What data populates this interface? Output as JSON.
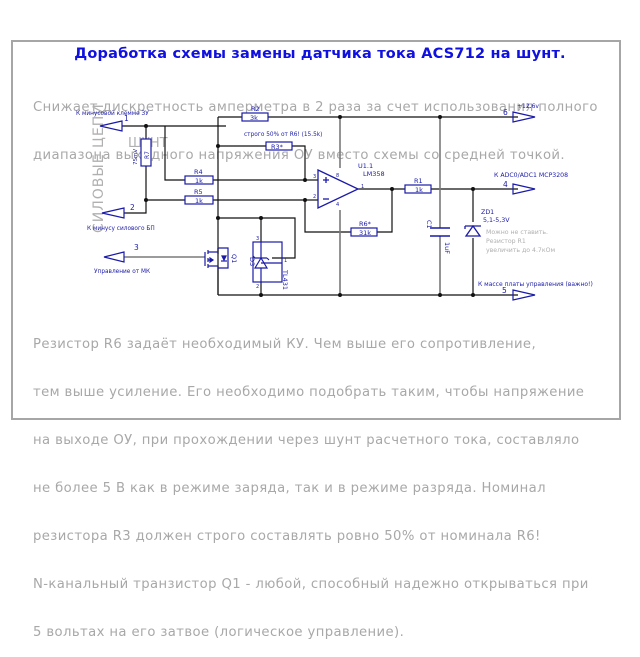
{
  "title": "Доработка схемы замены датчика тока ACS712 на шунт.",
  "description_top": [
    "Снижает дискретность амперметра в 2 раза за счет использования полного",
    "диапазона выходного напряжения ОУ вместо схемы со средней точкой."
  ],
  "description_bottom": [
    "Резистор R6 задаёт необходимый КУ. Чем выше его сопротивление,",
    "тем выше усиление. Его необходимо подобрать таким, чтобы напряжение",
    "на выходе ОУ, при прохождении через шунт расчетного тока, составляло",
    "не более 5 В как в режиме заряда, так и в режиме разряда. Номинал",
    "резистора R3 должен строго составлять ровно 50% от номинала R6!",
    "N-канальный транзистор Q1 - любой, способный надежно открываться при",
    "5 вольтах на его затвое (логическое управление)."
  ],
  "schematic": {
    "colors": {
      "wire": "#111111",
      "symbol": "#1a1aa8",
      "note": "#b0b0b0",
      "title": "#1010e0"
    },
    "group_labels": {
      "power_circuits": "СИЛОВЫЕ ЦЕПИ",
      "shunt": "ШУНТ"
    },
    "ports": [
      {
        "num": "1",
        "label": "К минусовой клемме ЗУ"
      },
      {
        "num": "2",
        "label": "К минусу силового БП"
      },
      {
        "num": "3",
        "label": "Управление от МК"
      },
      {
        "num": "6",
        "label": "+12.6v"
      },
      {
        "num": "4",
        "label": "К ADC0/ADC1 MCP3208"
      },
      {
        "num": "5",
        "label": "К массе платы управления (важно!)"
      }
    ],
    "components": {
      "R7": {
        "ref": "R7",
        "value": "75mV"
      },
      "R2": {
        "ref": "R2",
        "value": "3k"
      },
      "R3": {
        "ref": "R3*",
        "note": "строго 50% от R6! (15.5k)"
      },
      "R4": {
        "ref": "R4",
        "value": "1k"
      },
      "R5": {
        "ref": "R5",
        "value": "1k"
      },
      "R6": {
        "ref": "R6*",
        "value": "31k"
      },
      "R1": {
        "ref": "R1",
        "value": "1k"
      },
      "U1": {
        "ref": "U1.1",
        "value": "LM358",
        "pin_plus": "3",
        "pin_minus": "2",
        "pin_out": "1",
        "pin_vcc": "8",
        "pin_gnd": "4"
      },
      "Q1": {
        "ref": "Q1"
      },
      "D3": {
        "ref": "D3",
        "value": "TL431",
        "pin_k": "3",
        "pin_a": "2",
        "pin_ref": "1"
      },
      "C1": {
        "ref": "C1",
        "value": "1uF"
      },
      "ZD1": {
        "ref": "ZD1",
        "value": "5,1-5,3V",
        "note": [
          "Можно не ставить.",
          "Резистор R1",
          "увеличить до 4.7кОм"
        ]
      }
    }
  }
}
